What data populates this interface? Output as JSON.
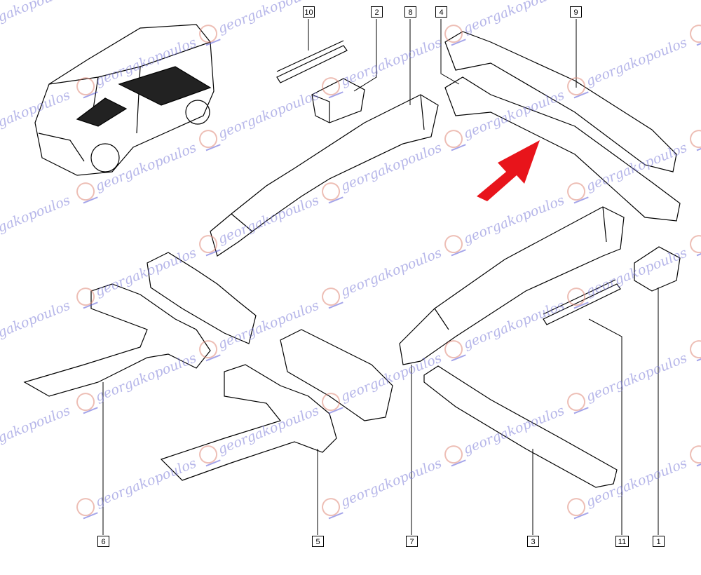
{
  "diagram": {
    "callouts": [
      {
        "id": "10",
        "label": "10"
      },
      {
        "id": "2",
        "label": "2"
      },
      {
        "id": "8",
        "label": "8"
      },
      {
        "id": "4",
        "label": "4"
      },
      {
        "id": "9",
        "label": "9"
      },
      {
        "id": "6",
        "label": "6"
      },
      {
        "id": "5",
        "label": "5"
      },
      {
        "id": "7",
        "label": "7"
      },
      {
        "id": "3",
        "label": "3"
      },
      {
        "id": "11",
        "label": "11"
      },
      {
        "id": "1",
        "label": "1"
      }
    ],
    "arrow_color": "#e8141b"
  },
  "watermark": {
    "text": "georgakopoulos",
    "logo_color": "#e08a7a",
    "text_color": "#7b7bd8"
  }
}
